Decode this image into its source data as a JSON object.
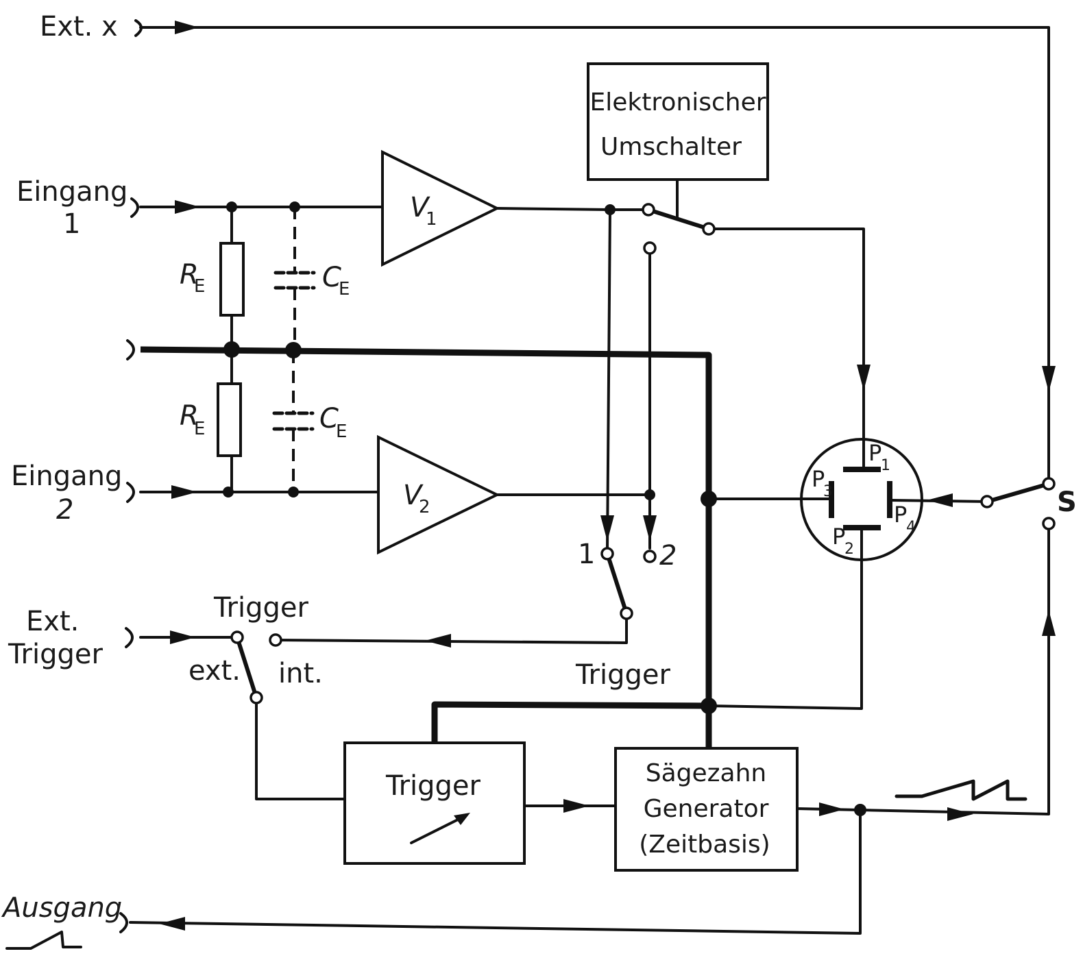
{
  "labels": {
    "ext_x": "Ext. x",
    "eingang1_line1": "Eingang",
    "eingang1_line2": "1",
    "eingang2_line1": "Eingang",
    "eingang2_line2": "2",
    "ext_trigger_line1": "Ext.",
    "ext_trigger_line2": "Trigger",
    "ausgang": "Ausgang",
    "switch_trigger_title": "Trigger",
    "switch_ext": "ext.",
    "switch_int": "int.",
    "trigger_line": "Trigger",
    "channel_1": "1",
    "channel_2": "2",
    "s_switch": "S",
    "resistor_symbol": "R",
    "resistor_sub": "E",
    "capacitor_symbol": "C",
    "capacitor_sub": "E",
    "amp1_symbol": "V",
    "amp1_sub": "1",
    "amp2_symbol": "V",
    "amp2_sub": "2",
    "plate_symbol": "P",
    "p1_sub": "1",
    "p2_sub": "2",
    "p3_sub": "3",
    "p4_sub": "4"
  },
  "blocks": {
    "umschalter_line1": "Elektronischer",
    "umschalter_line2": "Umschalter",
    "trigger": "Trigger",
    "saw_line1": "Sägezahn",
    "saw_line2": "Generator",
    "saw_line3": "(Zeitbasis)"
  }
}
